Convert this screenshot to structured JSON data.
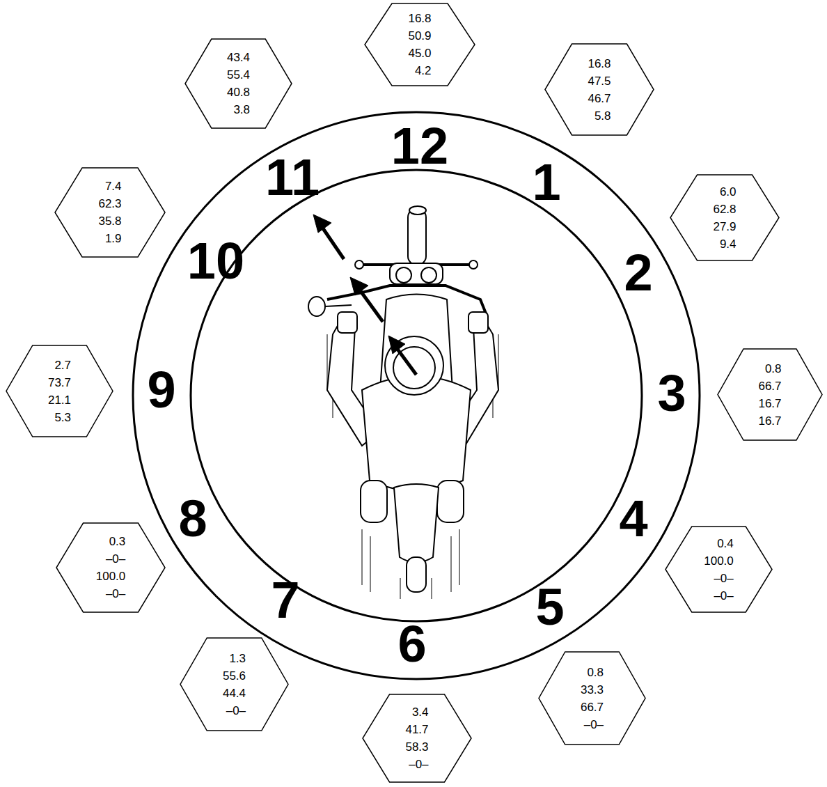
{
  "diagram": {
    "nodes": [
      {
        "text": [
          "43.4",
          "55.4",
          "40.8",
          "3.8"
        ]
      },
      {
        "text": [
          "16.8",
          "50.9",
          "45.0",
          "4.2"
        ]
      },
      {
        "text": [
          "16.8",
          "47.5",
          "46.7",
          "5.8"
        ]
      },
      {
        "text": [
          "7.4",
          "62.3",
          "35.8",
          "1.9"
        ]
      },
      {
        "text": [
          "6.0",
          "62.8",
          "27.9",
          "9.4"
        ]
      },
      {
        "text": [
          "2.7",
          "73.7",
          "21.1",
          "5.3"
        ]
      },
      {
        "text": [
          "0.8",
          "66.7",
          "16.7",
          "16.7"
        ]
      },
      {
        "text": [
          "0.3",
          "–0–",
          "100.0",
          "–0–"
        ]
      },
      {
        "text": [
          "0.4",
          "100.0",
          "–0–",
          "–0–"
        ]
      },
      {
        "text": [
          "1.3",
          "55.6",
          "44.4",
          "–0–"
        ]
      },
      {
        "text": [
          "0.8",
          "33.3",
          "66.7",
          "–0–"
        ]
      },
      {
        "text": [
          "3.4",
          "41.7",
          "58.3",
          "–0–"
        ]
      }
    ],
    "labels": [
      "12",
      "11",
      "1",
      "10",
      "2",
      "9",
      "3",
      "8",
      "4",
      "7",
      "5",
      "6"
    ]
  }
}
